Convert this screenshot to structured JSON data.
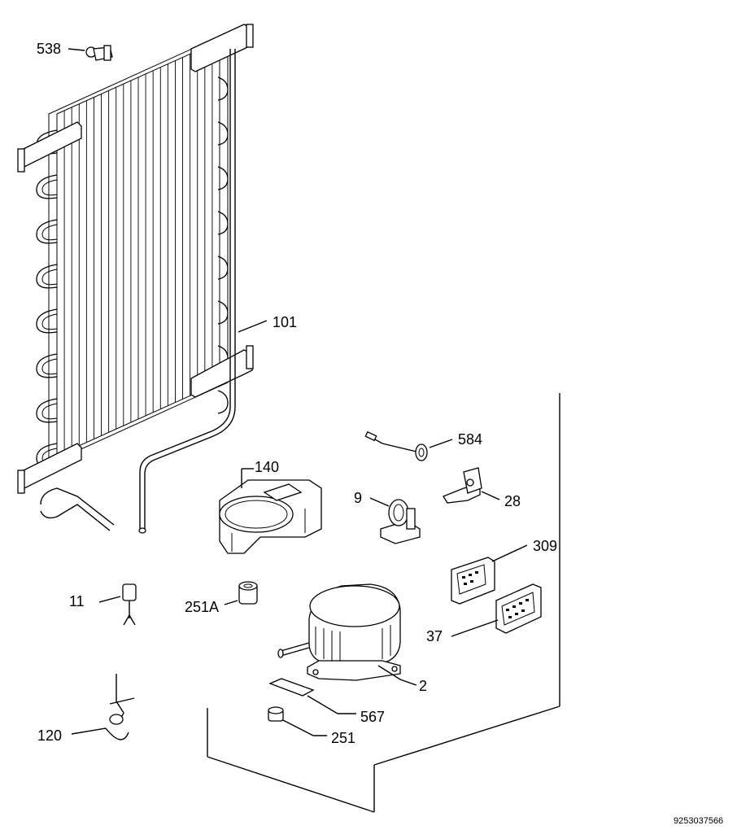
{
  "parts": [
    {
      "id": "condenser",
      "label": "101"
    },
    {
      "id": "clip-538",
      "label": "538"
    },
    {
      "id": "cover-140",
      "label": "140"
    },
    {
      "id": "tube-584",
      "label": "584"
    },
    {
      "id": "bracket-28",
      "label": "28"
    },
    {
      "id": "relay-9",
      "label": "9"
    },
    {
      "id": "box-309",
      "label": "309"
    },
    {
      "id": "cap-37",
      "label": "37"
    },
    {
      "id": "drier-11",
      "label": "11"
    },
    {
      "id": "grommet-251A",
      "label": "251A"
    },
    {
      "id": "compressor",
      "label": "2"
    },
    {
      "id": "plate-567",
      "label": "567"
    },
    {
      "id": "nut-251",
      "label": "251"
    },
    {
      "id": "connector-120",
      "label": "120"
    }
  ],
  "drawing_code": "9253037566"
}
